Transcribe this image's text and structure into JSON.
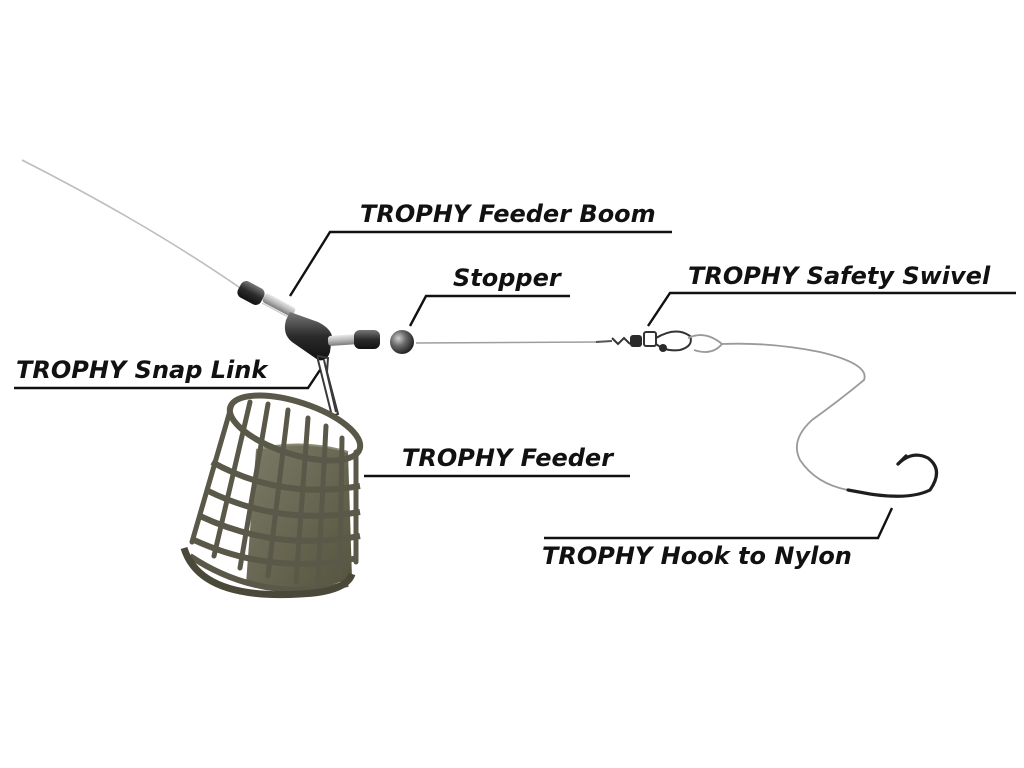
{
  "labels": {
    "feeder_boom": "TROPHY Feeder Boom",
    "stopper": "Stopper",
    "safety_swivel": "TROPHY Safety Swivel",
    "snap_link": "TROPHY Snap Link",
    "feeder": "TROPHY Feeder",
    "hook": "TROPHY Hook to Nylon"
  },
  "colors": {
    "label_text": "#111111",
    "leader_line": "#111111",
    "fishing_line": "#9a9a9a",
    "feeder_cage": "#5e5c4f",
    "feeder_bait": "#6b6a56",
    "hardware_dark": "#2a2a2a"
  },
  "icons": {
    "feeder_boom": "feeder-boom-icon",
    "stopper": "stopper-bead-icon",
    "safety_swivel": "safety-swivel-icon",
    "snap_link": "snap-link-icon",
    "feeder": "feeder-cage-icon",
    "hook": "fish-hook-icon"
  }
}
